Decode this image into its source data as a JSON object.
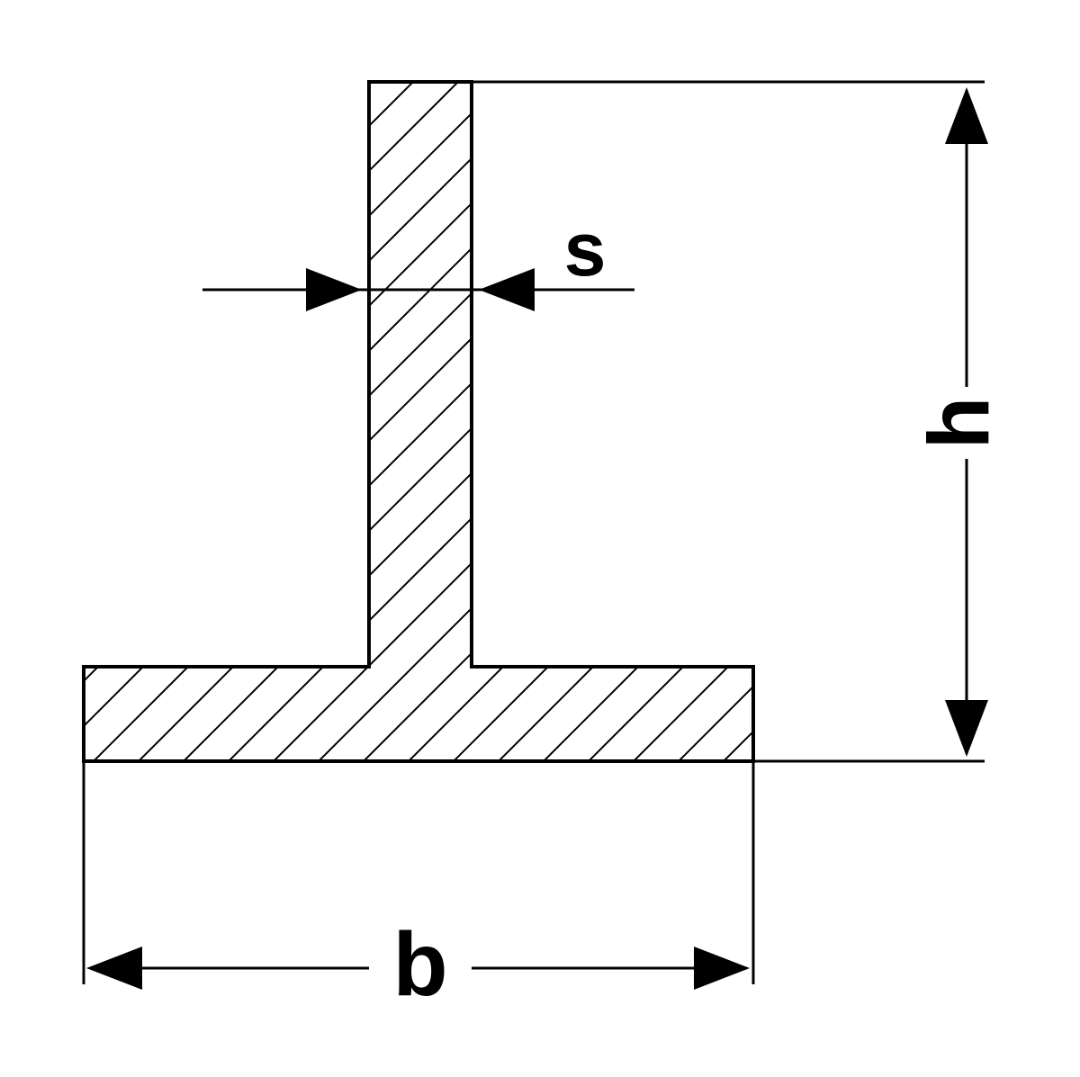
{
  "diagram": {
    "labels": {
      "web_thickness": "s",
      "height": "h",
      "width": "b"
    },
    "colors": {
      "line": "#000000",
      "background": "#ffffff"
    }
  }
}
